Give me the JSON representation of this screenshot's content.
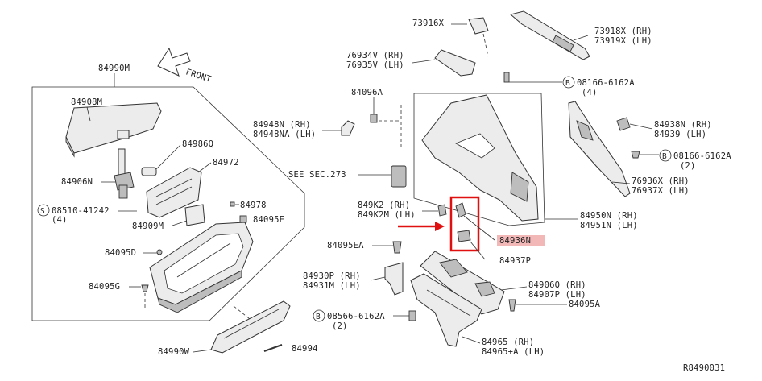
{
  "labels": {
    "p84990M": "84990M",
    "p84908M": "84908M",
    "p84986Q": "84986Q",
    "p84972": "84972",
    "p84906N": "84906N",
    "p08510": "08510-41242",
    "p08510_qty": "(4)",
    "p84978": "84978",
    "p84909M": "84909M",
    "p84095E": "84095E",
    "p84095D": "84095D",
    "p84095G": "84095G",
    "p84990W": "84990W",
    "p84994": "84994",
    "front": "FRONT",
    "p73916X": "73916X",
    "p73918X": "73918X (RH)",
    "p73919X": "73919X (LH)",
    "p76934V": "76934V (RH)",
    "p76935V": "76935V (LH)",
    "p08166a": "08166-6162A",
    "p08166a_qty": "(4)",
    "p84096A": "84096A",
    "p84948N": "84948N (RH)",
    "p84948NA": "84948NA (LH)",
    "see_sec": "SEE SEC.273",
    "p849K2": "849K2 (RH)",
    "p849K2M": "849K2M (LH)",
    "p84095EA": "84095EA",
    "p84936N": "84936N",
    "p84937P": "84937P",
    "p84950N": "84950N (RH)",
    "p84951N": "84951N (LH)",
    "p84938N": "84938N (RH)",
    "p84939": "84939 (LH)",
    "p08166b": "08166-6162A",
    "p08166b_qty": "(2)",
    "p76936X": "76936X (RH)",
    "p76937X": "76937X (LH)",
    "p84930P": "84930P (RH)",
    "p84931M": "84931M (LH)",
    "p84906Q": "84906Q (RH)",
    "p84907P": "84907P (LH)",
    "p84095A": "84095A",
    "p08566": "08566-6162A",
    "p08566_qty": "(2)",
    "p84965": "84965 (RH)",
    "p84965A": "84965+A (LH)",
    "diagram_code": "R8490031",
    "circle_S": "S",
    "circle_B": "B"
  },
  "colors": {
    "highlight_box": "#e01010",
    "highlight_label_bg": "#f2b8b8",
    "line": "#333333"
  }
}
